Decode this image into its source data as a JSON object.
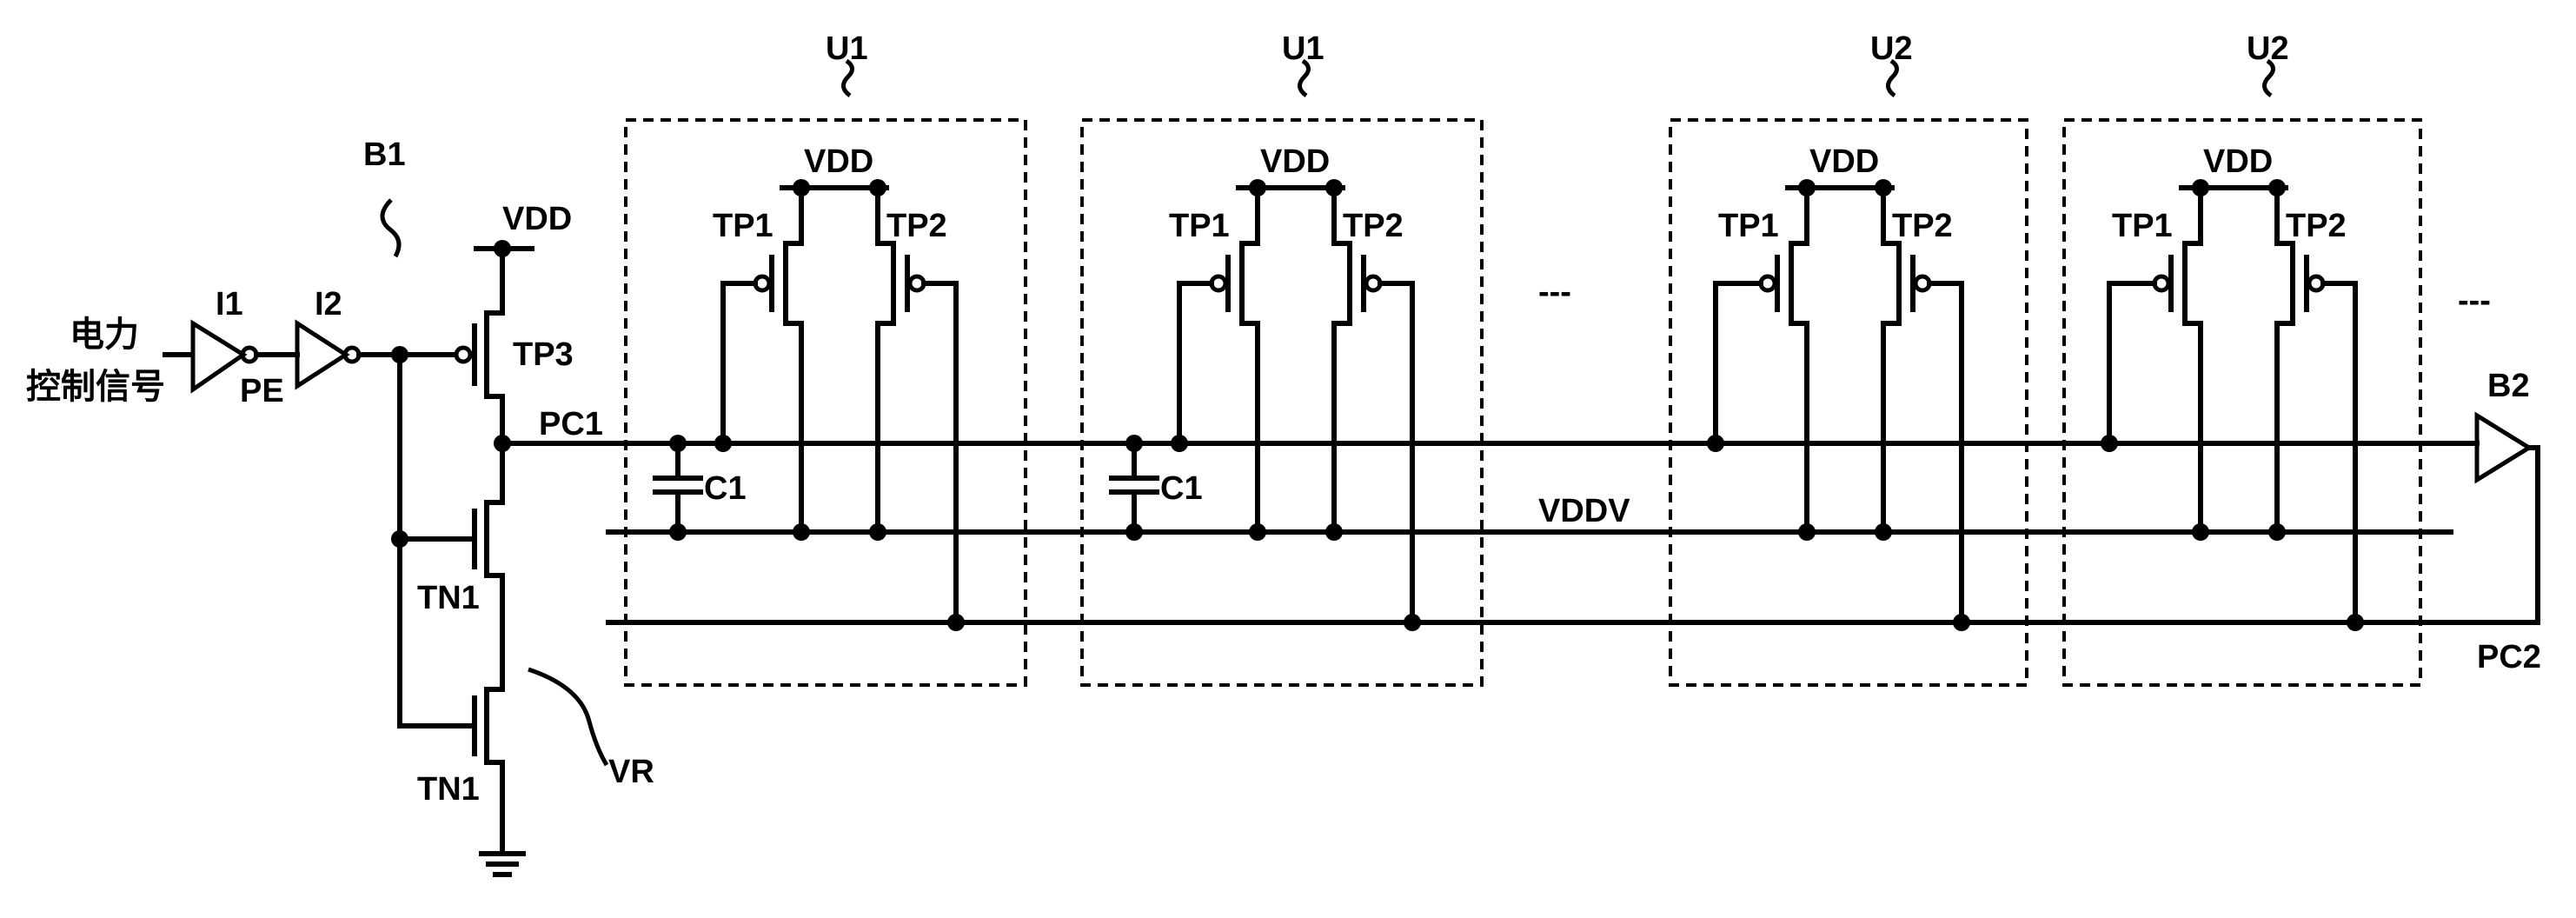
{
  "labels": {
    "power_signal_line1": "电力",
    "power_signal_line2": "控制信号",
    "inv1": "I1",
    "inv2": "I2",
    "pe": "PE",
    "b1": "B1",
    "vdd": "VDD",
    "tp3": "TP3",
    "pc1": "PC1",
    "tn1_top": "TN1",
    "tn1_bottom": "TN1",
    "vr": "VR",
    "c1": "C1",
    "vddv": "VDDV",
    "pc2": "PC2",
    "b2": "B2",
    "tp1": "TP1",
    "tp2": "TP2",
    "ellipsis": "---"
  },
  "units": [
    {
      "label": "U1",
      "vdd": "VDD",
      "tp1": "TP1",
      "tp2": "TP2",
      "cap": "C1"
    },
    {
      "label": "U1",
      "vdd": "VDD",
      "tp1": "TP1",
      "tp2": "TP2",
      "cap": "C1"
    },
    {
      "label": "U2",
      "vdd": "VDD",
      "tp1": "TP1",
      "tp2": "TP2",
      "cap": ""
    },
    {
      "label": "U2",
      "vdd": "VDD",
      "tp1": "TP1",
      "tp2": "TP2",
      "cap": ""
    }
  ]
}
